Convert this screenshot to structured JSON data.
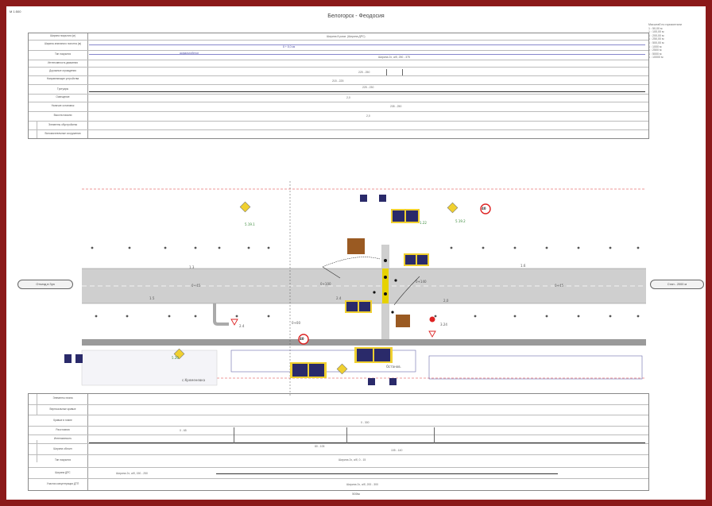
{
  "sheet": {
    "id": "М 1:500",
    "title": "Белогорск - Феодосия"
  },
  "scale_legend": {
    "title": "Масштаб по горизонтали",
    "items": [
      "1 : 50,00 м",
      "1 : 100,00 м",
      "1 : 200,00 м",
      "1 : 250,00 м",
      "1 : 500,00 м",
      "1 : 1000 м",
      "1 : 2500 м",
      "1 : 5000 м",
      "1 : 10000 м"
    ]
  },
  "top_table": {
    "rows": [
      {
        "label": "Ширина покрытия (м)",
        "value": "Ширина 8 разм. (Ширина ДРС)"
      },
      {
        "label": "Ширина земляного полотна (м)",
        "value": "8 + 8,0 км"
      },
      {
        "label": "Тип покрытия",
        "value": "асфальтобетон"
      },
      {
        "label": "Интенсивность движения",
        "value": "Ширина 2х, а/б, 250 - 375"
      },
      {
        "label": "Дорожные ограждения",
        "value": "225 - 250"
      },
      {
        "label": "Направляющие устройства",
        "value": "215 - 225"
      },
      {
        "label": "Тротуары",
        "value": "225 - 230"
      },
      {
        "label": "Освещение",
        "value": "2,0"
      },
      {
        "label": "Наличие остановок",
        "value": "235 - 250"
      },
      {
        "label": "Высота насыпи",
        "value": "2,0"
      },
      {
        "label": "Элементы обустройства",
        "value": ""
      },
      {
        "label": "Вспомогательные сооружения",
        "value": ""
      }
    ]
  },
  "plan": {
    "left_direction": "Отъезд в Зуя",
    "right_direction": "Стан - 2000 м",
    "speed_limit_left": "40",
    "speed_limit_right": "40",
    "km_marker": "0+00",
    "village_label": "с.Кременевка",
    "bus_stop_label": "Останов.",
    "sign_labels": [
      "5.19.1",
      "5.19.2",
      "1.22",
      "2.4",
      "3.24",
      "5.20"
    ],
    "distance_labels": [
      "1.3",
      "1.5",
      "1.6",
      "2,0",
      "2.4",
      "0+45",
      "0+45",
      "0+100",
      "0+140"
    ]
  },
  "bottom_table": {
    "rows": [
      {
        "label": "Элементы плана",
        "value": ""
      },
      {
        "label": "Вертикальные кривые",
        "value": ""
      },
      {
        "label": "Кривые в плане",
        "value": "0 - 300"
      },
      {
        "label": "Расстояния",
        "value": "0 - 65"
      },
      {
        "label": "Интенсивность",
        "value": "80 - 105"
      },
      {
        "label": "Ширина обочин",
        "value": "105 - 140"
      },
      {
        "label": "Тип покрытия",
        "value": "Ширина 2х, а/б, 0 - 15"
      },
      {
        "label": "Ширина ДРС",
        "value": "Ширина 2х, а/б, 150 - 250"
      },
      {
        "label": "Участки концентрации ДТП",
        "value": "Ширина 2х, а/б, 200 - 300"
      }
    ]
  },
  "footer": {
    "scale": "500м"
  }
}
